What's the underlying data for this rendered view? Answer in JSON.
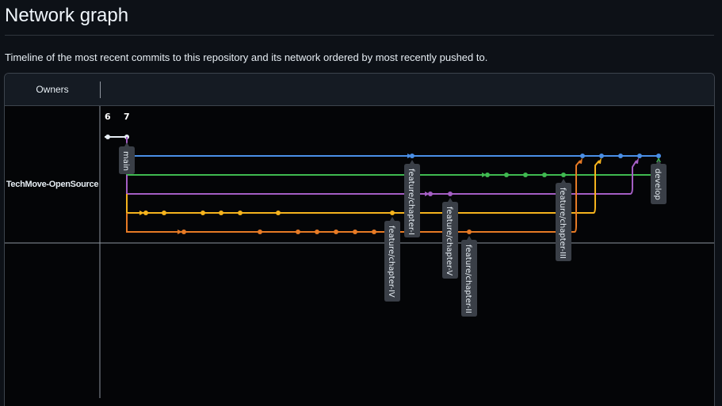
{
  "page": {
    "title": "Network graph",
    "description": "Timeline of the most recent commits to this repository and its network ordered by most recently pushed to."
  },
  "graph": {
    "header": {
      "owners_label": "Owners"
    },
    "dates": [
      "6",
      "7"
    ],
    "owner": "TechMove-OpenSource",
    "branches": [
      {
        "name": "main",
        "color": "#4a8fe7"
      },
      {
        "name": "develop",
        "color": "#4a8fe7"
      },
      {
        "name": "feature/chapter-I",
        "color": "#4a8fe7"
      },
      {
        "name": "feature/chapter-III",
        "color": "#3fb950"
      },
      {
        "name": "feature/chapter-V",
        "color": "#a45ec4"
      },
      {
        "name": "feature/chapter-IV",
        "color": "#f5b31d"
      },
      {
        "name": "feature/chapter-II",
        "color": "#e67a25"
      }
    ],
    "colors": {
      "main_line": "#e6edf3",
      "blue": "#4a8fe7",
      "green": "#3fb950",
      "purple": "#a45ec4",
      "yellow": "#f5b31d",
      "orange": "#e67a25",
      "label_bg": "#3a3f47"
    }
  }
}
